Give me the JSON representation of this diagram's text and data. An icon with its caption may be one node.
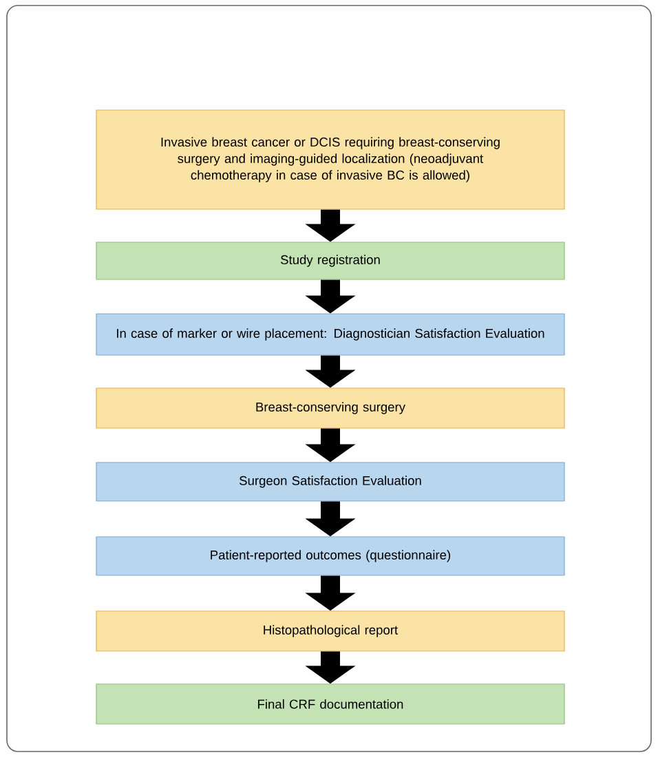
{
  "diagram": {
    "nodes": [
      {
        "text": [
          "Invasive breast cancer or DCIS requiring breast-conserving surgery and imaging-guided localization (neoadjuvant chemotherapy in case of invasive BC is allowed)"
        ]
      },
      {
        "text": [
          "Study registration"
        ]
      },
      {
        "text": [
          "In case of marker or wire placement: Diagnostician Satisfaction Evaluation"
        ]
      },
      {
        "text": [
          "Breast-conserving surgery"
        ]
      },
      {
        "text": [
          "Surgeon Satisfaction Evaluation"
        ]
      },
      {
        "text": [
          "Patient-reported outcomes (questionnaire)"
        ]
      },
      {
        "text": [
          "Histopathological report"
        ]
      },
      {
        "text": [
          "Final CRF documentation"
        ]
      }
    ],
    "edges": [
      {
        "from": 0,
        "to": 1,
        "arrow": "to"
      },
      {
        "from": 1,
        "to": 2,
        "arrow": "to"
      },
      {
        "from": 2,
        "to": 3,
        "arrow": "to"
      },
      {
        "from": 3,
        "to": 4,
        "arrow": "to"
      },
      {
        "from": 4,
        "to": 5,
        "arrow": "to"
      },
      {
        "from": 5,
        "to": 6,
        "arrow": "to"
      },
      {
        "from": 6,
        "to": 7,
        "arrow": "to"
      }
    ]
  }
}
